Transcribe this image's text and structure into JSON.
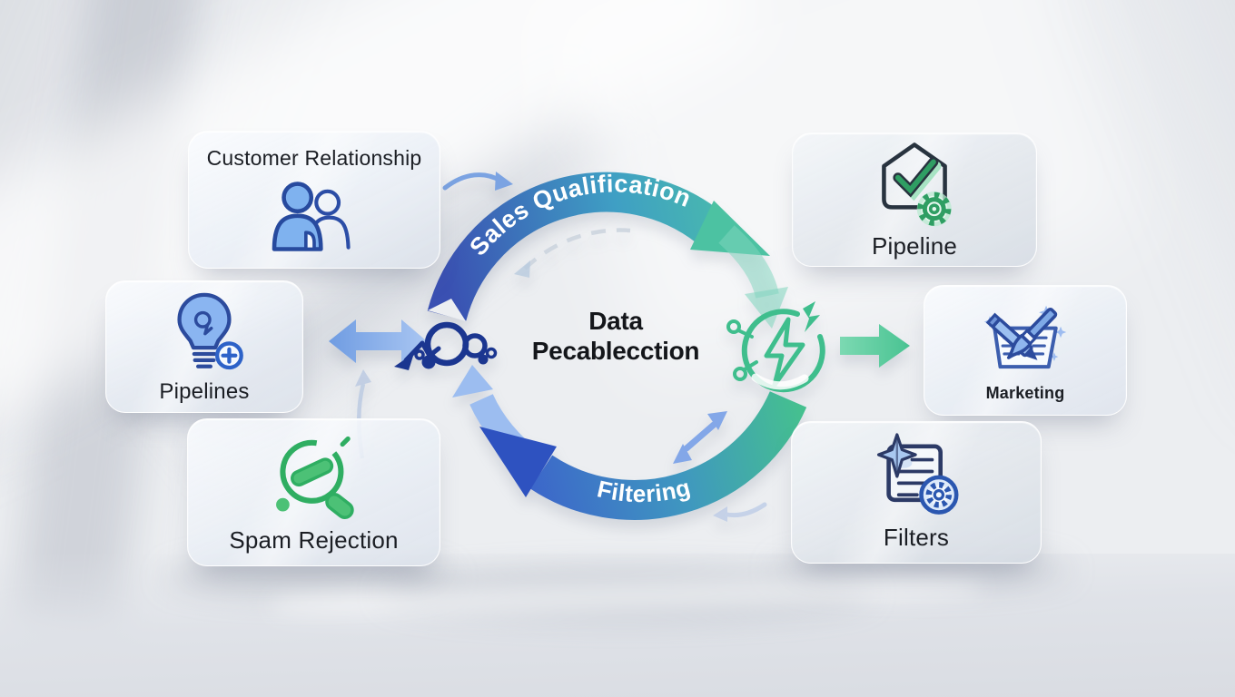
{
  "center_title": {
    "line1": "Data",
    "line2": "Pecablecction"
  },
  "cycle": {
    "top_label": "Sales Qualification",
    "bottom_label": "Filtering"
  },
  "cards": {
    "customer_relationship": {
      "label": "Customer Relationship",
      "icon": "two-people-icon"
    },
    "pipelines": {
      "label": "Pipelines",
      "icon": "lightbulb-plus-icon"
    },
    "spam_rejection": {
      "label": "Spam Rejection",
      "icon": "spam-magnifier-icon"
    },
    "pipeline": {
      "label": "Pipeline",
      "icon": "shield-check-gear-icon"
    },
    "marketing": {
      "label": "Marketing",
      "icon": "pen-brush-document-icon"
    },
    "filters": {
      "label": "Filters",
      "icon": "document-gear-icon"
    }
  },
  "connectors": {
    "left": {
      "icon": "double-headed-arrow-and-doodles"
    },
    "right": {
      "icon": "lightning-circle-and-arrow"
    }
  },
  "colors": {
    "background": "#eceef1",
    "arc_blue": "#3a50b2",
    "arc_teal": "#4cc3a5",
    "arc_green": "#45c08f",
    "arc_bottom_blue": "#3c60cb",
    "light_blue_arrow": "#9cbdf0",
    "icon_navy": "#1b3690",
    "icon_blue_outline": "#2c4b9d",
    "icon_blue_fill": "#85b3ef",
    "icon_green": "#3fbe8d",
    "label_text": "#1b1e24",
    "title_text": "#14161a",
    "arc_label_text": "#ffffff"
  }
}
